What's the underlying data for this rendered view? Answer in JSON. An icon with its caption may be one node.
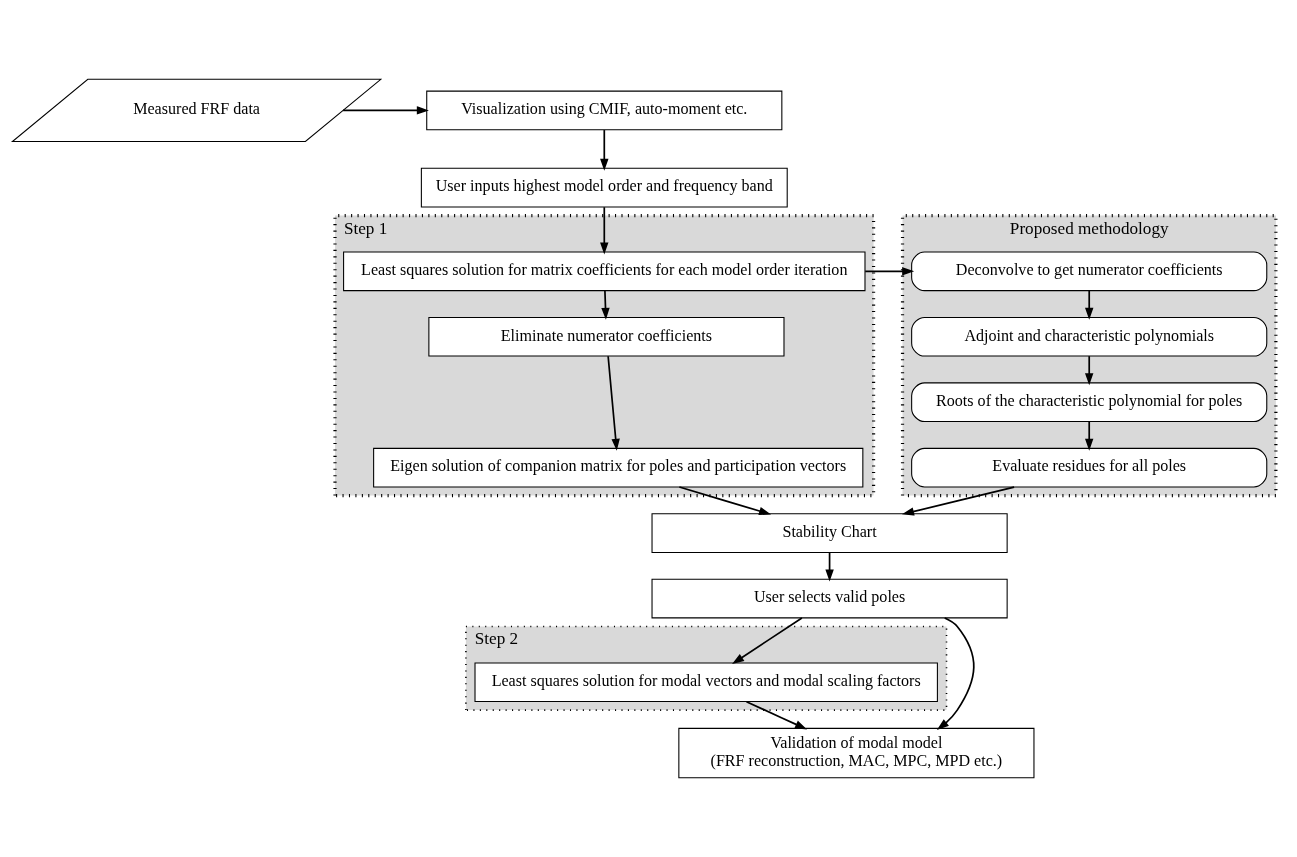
{
  "diagram": {
    "nodes": [
      {
        "text": [
          "Visualization using CMIF, auto-moment etc."
        ]
      },
      {
        "text": [
          "Measured FRF data"
        ]
      },
      {
        "text": [
          "User inputs highest model order and frequency band"
        ]
      },
      {
        "text": [
          "Step 1"
        ]
      },
      {
        "text": [
          "Least squares solution for matrix coefficients for each model order iteration"
        ],
        "in": 3
      },
      {
        "text": [
          "Eliminate numerator coefficients"
        ],
        "in": 3
      },
      {
        "text": [
          "Eigen solution of companion matrix for poles and participation vectors"
        ],
        "in": 3
      },
      {
        "text": [
          "Stability Chart"
        ]
      },
      {
        "text": [
          "Proposed methodology"
        ]
      },
      {
        "text": [
          "Deconvolve to get numerator coefficients"
        ],
        "in": 8
      },
      {
        "text": [
          "Adjoint and characteristic polynomials"
        ],
        "in": 8
      },
      {
        "text": [
          "Roots of the characteristic polynomial for poles"
        ],
        "in": 8
      },
      {
        "text": [
          "Evaluate residues for all poles"
        ],
        "in": 8
      },
      {
        "text": [
          "User selects valid poles"
        ]
      },
      {
        "text": [
          "Step 2"
        ]
      },
      {
        "text": [
          "Least squares solution for modal vectors and modal scaling factors"
        ],
        "in": 14
      },
      {
        "text": [
          "Validation of modal model",
          "(FRF reconstruction, MAC, MPC, MPD etc.)"
        ]
      }
    ],
    "edges": [
      {
        "from": 1,
        "to": 0,
        "arrow": "to"
      },
      {
        "from": 0,
        "to": 2,
        "arrow": "to"
      },
      {
        "from": 2,
        "to": 4,
        "arrow": "to"
      },
      {
        "from": 4,
        "to": 5,
        "arrow": "to"
      },
      {
        "from": 5,
        "to": 6,
        "arrow": "to"
      },
      {
        "from": 6,
        "to": 7,
        "arrow": "to"
      },
      {
        "from": 4,
        "to": 9,
        "arrow": "to"
      },
      {
        "from": 9,
        "to": 10,
        "arrow": "to"
      },
      {
        "from": 10,
        "to": 11,
        "arrow": "to"
      },
      {
        "from": 11,
        "to": 12,
        "arrow": "to"
      },
      {
        "from": 12,
        "to": 7,
        "arrow": "to"
      },
      {
        "from": 7,
        "to": 13,
        "arrow": "to"
      },
      {
        "from": 13,
        "to": 15,
        "arrow": "to"
      },
      {
        "from": 15,
        "to": 16,
        "arrow": "to"
      },
      {
        "from": 13,
        "to": 16,
        "arrow": "to"
      }
    ]
  }
}
